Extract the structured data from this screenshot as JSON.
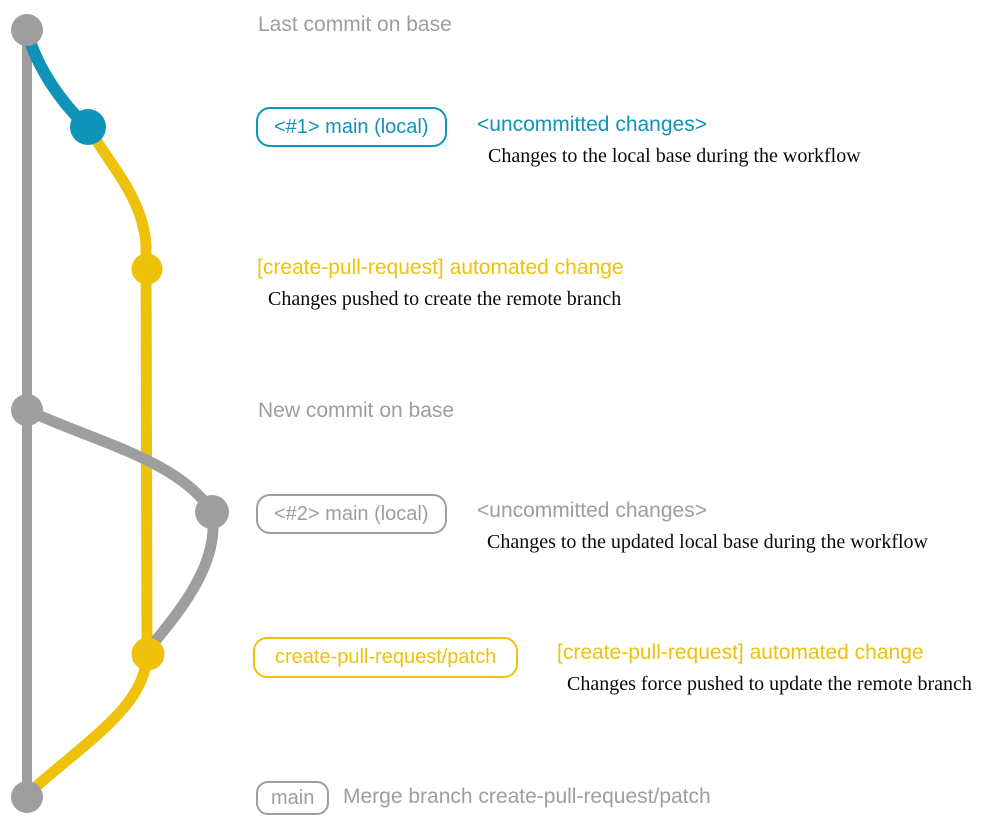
{
  "colors": {
    "gray": "#9E9E9E",
    "blue": "#1093B8",
    "yellow": "#EEC20B",
    "ink": "#0A0A0A"
  },
  "graph": {
    "top_label": "Last commit on base",
    "mid_label": "New commit on base"
  },
  "rows": {
    "local1": {
      "badge": "<#1> main (local)",
      "title": "<uncommitted changes>",
      "desc": "Changes to the local base during the workflow"
    },
    "push1": {
      "title": "[create-pull-request] automated change",
      "desc": "Changes pushed to create the remote branch"
    },
    "local2": {
      "badge": "<#2> main (local)",
      "title": "<uncommitted changes>",
      "desc": "Changes to the updated local base during the workflow"
    },
    "push2": {
      "badge": "create-pull-request/patch",
      "title": "[create-pull-request] automated change",
      "desc": "Changes force pushed to update the remote branch"
    },
    "merge": {
      "badge": "main",
      "title": "Merge branch create-pull-request/patch"
    }
  }
}
